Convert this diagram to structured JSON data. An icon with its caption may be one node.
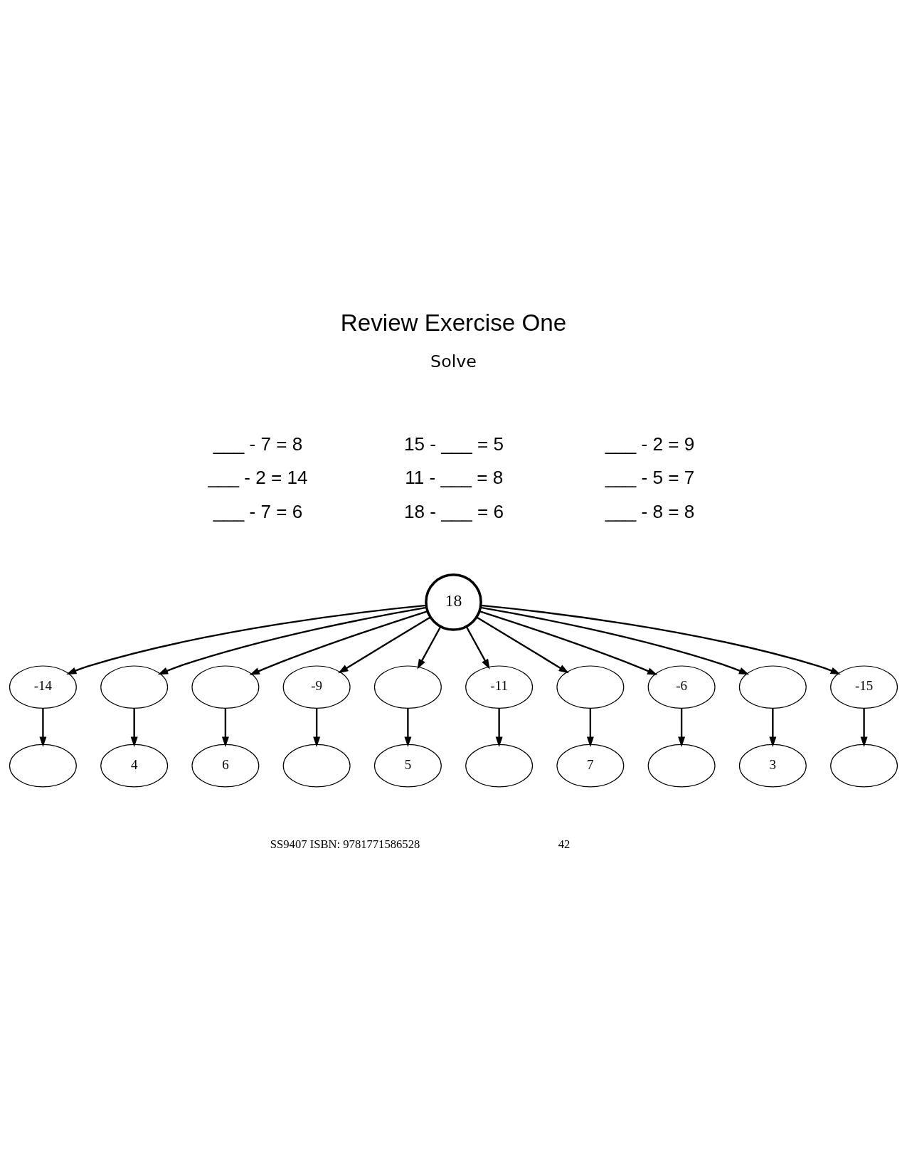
{
  "diagram": {
    "title": "Review Exercise One",
    "nodes": [
      {
        "text": [],
        "shape": "ellipse"
      },
      {
        "text": [],
        "shape": "ellipse"
      },
      {
        "text": [
          "4"
        ]
      },
      {
        "text": [
          "6"
        ]
      },
      {
        "text": [
          "-14"
        ]
      },
      {
        "text": [],
        "shape": "ellipse"
      },
      {
        "text": [],
        "shape": "ellipse"
      },
      {
        "text": [
          "-9"
        ]
      },
      {
        "text": [
          "18"
        ]
      },
      {
        "text": [],
        "shape": "ellipse"
      },
      {
        "text": [
          "-11"
        ]
      },
      {
        "text": [],
        "shape": "ellipse"
      },
      {
        "text": [
          "-6"
        ]
      },
      {
        "text": [
          "7"
        ]
      },
      {
        "text": [],
        "shape": "ellipse"
      },
      {
        "text": [],
        "shape": "ellipse"
      },
      {
        "text": [
          "-15"
        ]
      },
      {
        "text": [
          "5"
        ]
      },
      {
        "text": [],
        "shape": "ellipse"
      },
      {
        "text": [
          "3"
        ]
      },
      {
        "text": [],
        "shape": "ellipse"
      }
    ],
    "edges": [
      {
        "from": 8,
        "to": 7,
        "arrow": "to"
      },
      {
        "from": 7,
        "to": 0,
        "arrow": "to"
      },
      {
        "from": 8,
        "to": 4,
        "arrow": "to"
      },
      {
        "from": 4,
        "to": 1,
        "arrow": "to"
      },
      {
        "from": 8,
        "to": 5,
        "arrow": "to"
      },
      {
        "from": 5,
        "to": 2,
        "arrow": "to"
      },
      {
        "from": 8,
        "to": 6,
        "arrow": "to"
      },
      {
        "from": 6,
        "to": 3,
        "arrow": "to"
      },
      {
        "from": 8,
        "to": 10,
        "arrow": "to"
      },
      {
        "from": 10,
        "to": 18,
        "arrow": "to"
      },
      {
        "from": 8,
        "to": 9,
        "arrow": "to"
      },
      {
        "from": 9,
        "to": 17,
        "arrow": "to"
      },
      {
        "from": 8,
        "to": 11,
        "arrow": "to"
      },
      {
        "from": 11,
        "to": 13,
        "arrow": "to"
      },
      {
        "from": 8,
        "to": 12,
        "arrow": "to"
      },
      {
        "from": 12,
        "to": 14,
        "arrow": "to"
      },
      {
        "from": 8,
        "to": 15,
        "arrow": "to"
      },
      {
        "from": 15,
        "to": 19,
        "arrow": "to"
      },
      {
        "from": 8,
        "to": 16,
        "arrow": "to"
      },
      {
        "from": 16,
        "to": 20,
        "arrow": "to"
      }
    ],
    "labels": [
      "Solve",
      "___ - 7 = 8",
      "15 - ___ = 5",
      "___ - 2 = 9",
      "___ - 2 = 14",
      "11 - ___ = 8",
      "___ - 5 = 7",
      "___ - 7 = 6",
      "18 - ___ = 6",
      "___ - 8 = 8",
      "SS9407 ISBN: 9781771586528",
      "42"
    ]
  }
}
